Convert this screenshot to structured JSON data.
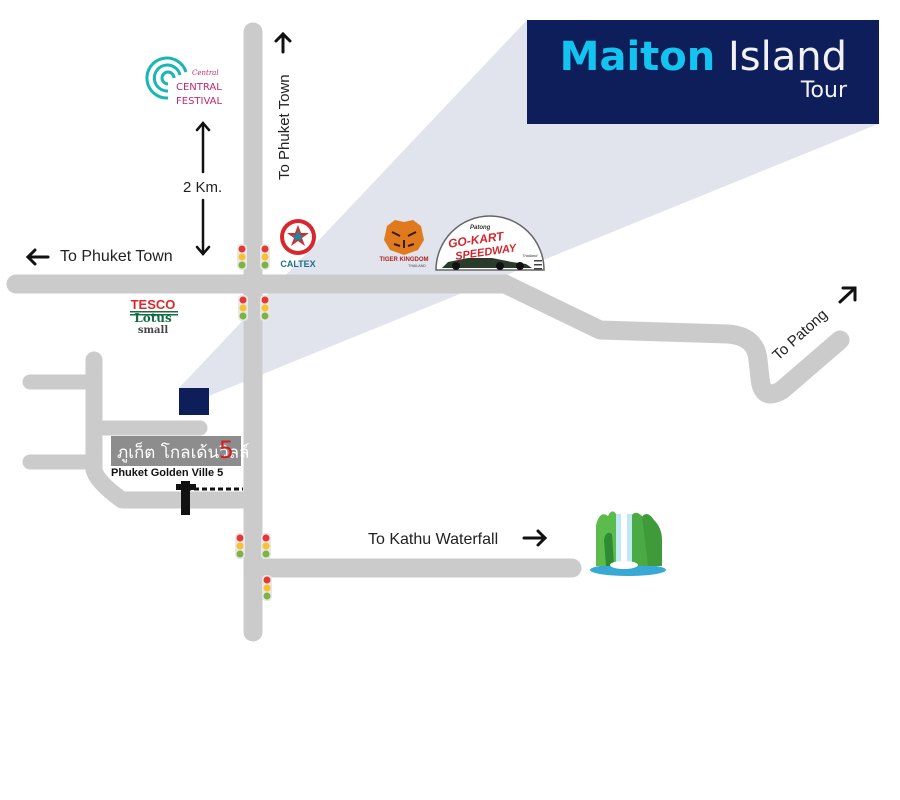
{
  "title": {
    "bold": "Maiton",
    "light": "Island",
    "sub": "Tour"
  },
  "labels": {
    "phuket_town_north": "To Phuket Town",
    "phuket_town_west": "To Phuket Town",
    "distance": "2 Km.",
    "patong": "To Patong",
    "kathu": "To Kathu Waterfall"
  },
  "landmarks": {
    "central_small": "Central",
    "central_1": "CENTRAL",
    "central_2": "FESTIVAL",
    "caltex": "CALTEX",
    "tiger": "TIGER KINGDOM",
    "tiger_sub": "THAILAND",
    "gokart_top": "Patong",
    "gokart_1": "GO-KART",
    "gokart_2": "SPEEDWAY",
    "gokart_sub": "Thailand",
    "tesco": "TESCO",
    "lotus": "Lotus",
    "small": "small"
  },
  "golden_ville": {
    "thai": "ภูเก็ต โกลเด้นวิลล์",
    "number": "5",
    "english": "Phuket Golden Ville 5"
  },
  "colors": {
    "road": "#cbcbcb",
    "navy": "#0e1e5b",
    "cyan": "#14c4f0",
    "beam": "#d7dbe5",
    "caltex_red": "#d9262c",
    "tesco_red": "#e0262b",
    "lotus_green": "#136d45"
  },
  "icons": [
    "arrow-up-icon",
    "arrow-left-icon",
    "double-arrow-icon",
    "arrow-diag-icon",
    "arrow-right-icon",
    "traffic-light-icon",
    "central-logo-icon",
    "caltex-logo-icon",
    "tiger-logo-icon",
    "gokart-logo-icon",
    "tesco-logo-icon",
    "waterfall-icon",
    "entrance-gate-icon",
    "location-marker-icon"
  ]
}
